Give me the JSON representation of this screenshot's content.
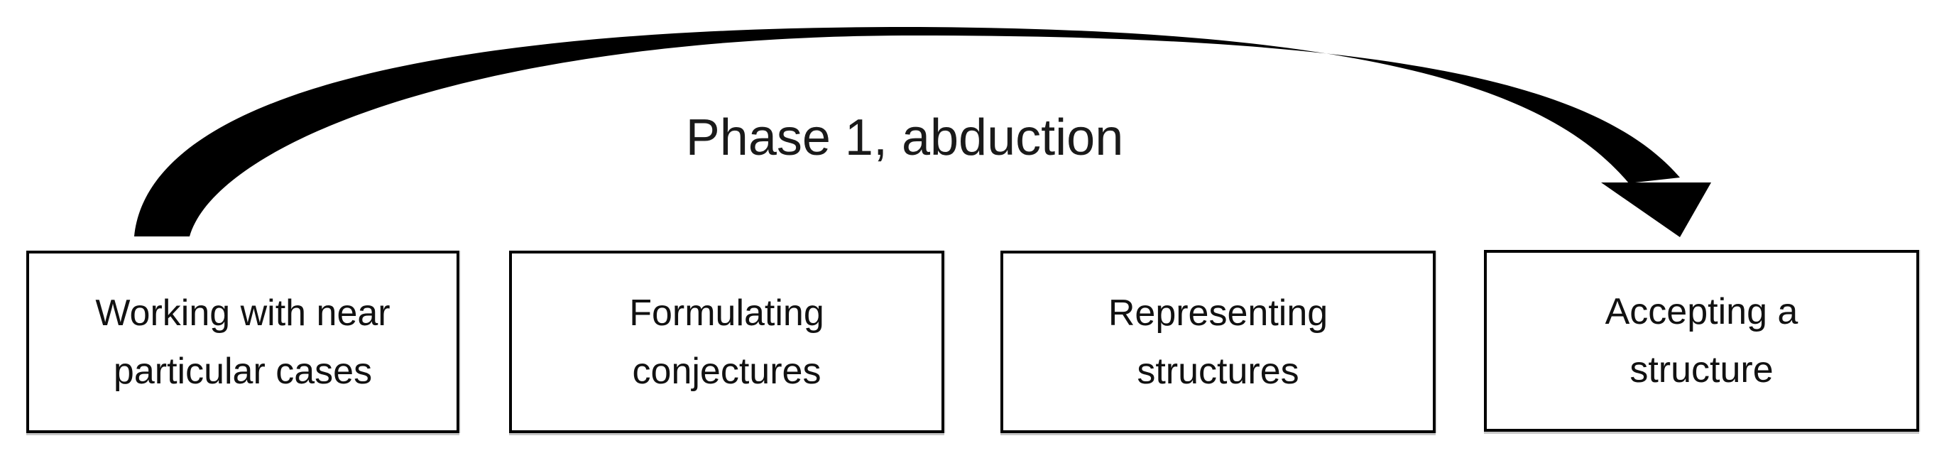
{
  "diagram": {
    "title": "Phase 1, abduction",
    "boxes": [
      {
        "id": "box-1",
        "label": "Working with near particular cases",
        "lines": [
          "Working with near",
          "particular cases"
        ]
      },
      {
        "id": "box-2",
        "label": "Formulating conjectures",
        "lines": [
          "Formulating",
          "conjectures"
        ]
      },
      {
        "id": "box-3",
        "label": "Representing structures",
        "lines": [
          "Representing",
          "structures"
        ]
      },
      {
        "id": "box-4",
        "label": "Accepting a structure",
        "lines": [
          "Accepting a",
          "structure"
        ]
      }
    ],
    "arrow": {
      "label": "Phase 1, abduction",
      "from": "Working with near particular cases",
      "to": "Accepting a structure",
      "shape": "tapered-curved-arrow",
      "color": "#000000"
    },
    "colors": {
      "background": "#ffffff",
      "box_border": "#000000",
      "text": "#111111",
      "arrow": "#000000"
    }
  }
}
